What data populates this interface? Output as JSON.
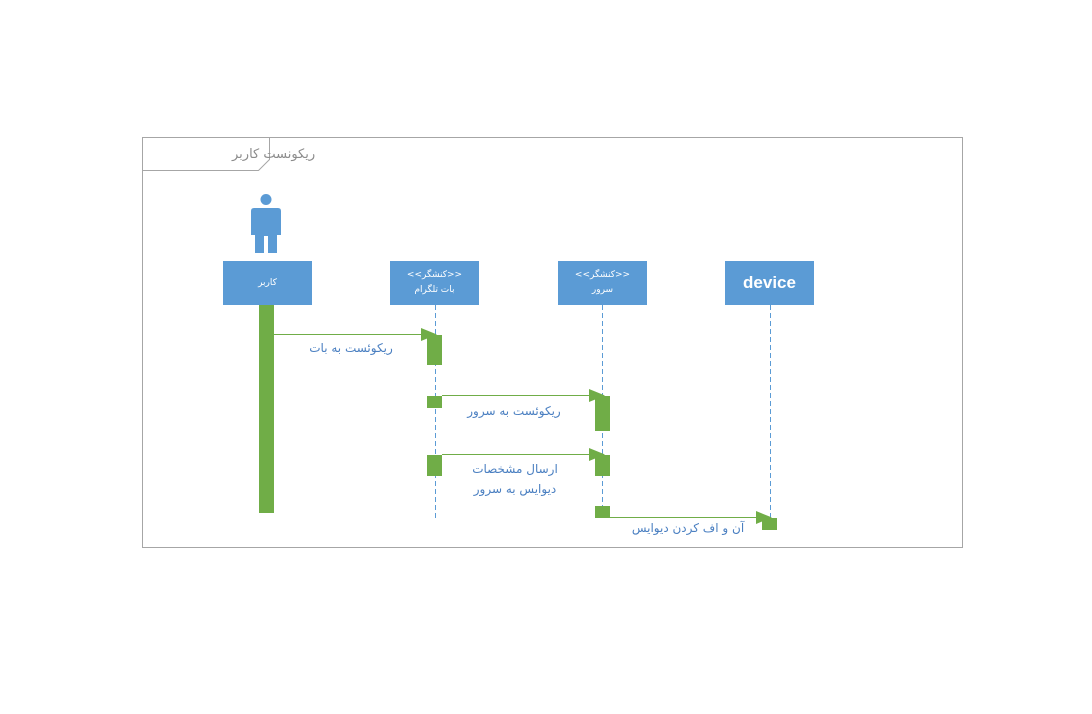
{
  "frame": {
    "title": "ریکونست کاربر"
  },
  "lifelines": {
    "user": {
      "label": "کاربر"
    },
    "bot": {
      "stereotype": "<<کنشگر>>",
      "label": "بات تلگرام"
    },
    "server": {
      "stereotype": "<<کنشگر>>",
      "label": "سرور"
    },
    "device": {
      "label": "device"
    }
  },
  "messages": {
    "m1": {
      "label": "ریکوئست به بات"
    },
    "m2": {
      "label": "ریکوئست به سرور"
    },
    "m3": {
      "line1": "ارسال مشخصات",
      "line2": "دیوایس به سرور"
    },
    "m4": {
      "label": "آن و اف کردن دیوایس"
    }
  },
  "colors": {
    "lifeline_box": "#5b9bd5",
    "activation": "#70ad47",
    "arrow": "#70ad47",
    "message_text": "#4a7fc1",
    "frame_border": "#a6a6a6",
    "frame_title": "#8c8c8c"
  }
}
